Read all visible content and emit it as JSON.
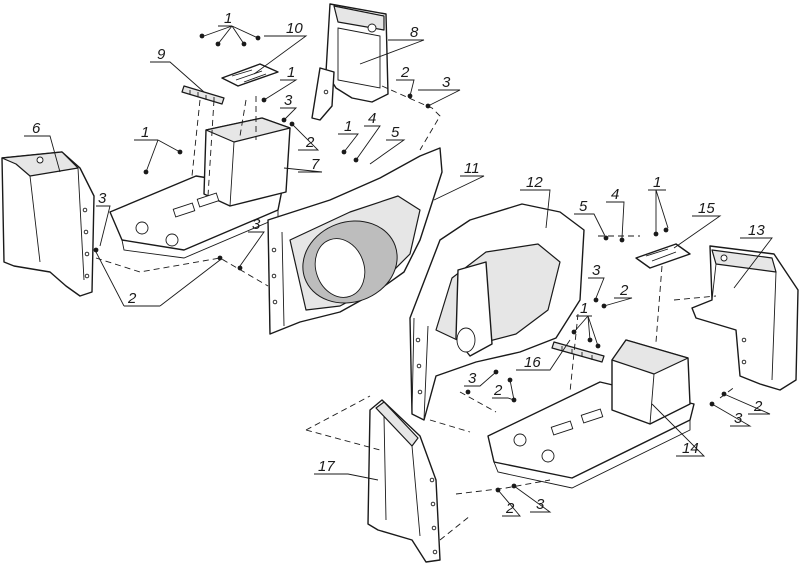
{
  "callouts": [
    {
      "id": "c1a",
      "label": "1"
    },
    {
      "id": "c10",
      "label": "10"
    },
    {
      "id": "c9",
      "label": "9"
    },
    {
      "id": "c1b",
      "label": "1"
    },
    {
      "id": "c8",
      "label": "8"
    },
    {
      "id": "c2a",
      "label": "2"
    },
    {
      "id": "c3a",
      "label": "3"
    },
    {
      "id": "c3b",
      "label": "3"
    },
    {
      "id": "c2b",
      "label": "2"
    },
    {
      "id": "c7",
      "label": "7"
    },
    {
      "id": "c6",
      "label": "6"
    },
    {
      "id": "c1c",
      "label": "1"
    },
    {
      "id": "c1d",
      "label": "1"
    },
    {
      "id": "c4a",
      "label": "4"
    },
    {
      "id": "c5a",
      "label": "5"
    },
    {
      "id": "c11",
      "label": "11"
    },
    {
      "id": "c3c",
      "label": "3"
    },
    {
      "id": "c3d",
      "label": "3"
    },
    {
      "id": "c2c",
      "label": "2"
    },
    {
      "id": "c12",
      "label": "12"
    },
    {
      "id": "c5b",
      "label": "5"
    },
    {
      "id": "c4b",
      "label": "4"
    },
    {
      "id": "c1e",
      "label": "1"
    },
    {
      "id": "c15",
      "label": "15"
    },
    {
      "id": "c13",
      "label": "13"
    },
    {
      "id": "c3e",
      "label": "3"
    },
    {
      "id": "c2d",
      "label": "2"
    },
    {
      "id": "c1f",
      "label": "1"
    },
    {
      "id": "c16",
      "label": "16"
    },
    {
      "id": "c3f",
      "label": "3"
    },
    {
      "id": "c2e",
      "label": "2"
    },
    {
      "id": "c14",
      "label": "14"
    },
    {
      "id": "c3g",
      "label": "3"
    },
    {
      "id": "c2f",
      "label": "2"
    },
    {
      "id": "c17",
      "label": "17"
    },
    {
      "id": "c2g",
      "label": "2"
    },
    {
      "id": "c3h",
      "label": "3"
    }
  ]
}
